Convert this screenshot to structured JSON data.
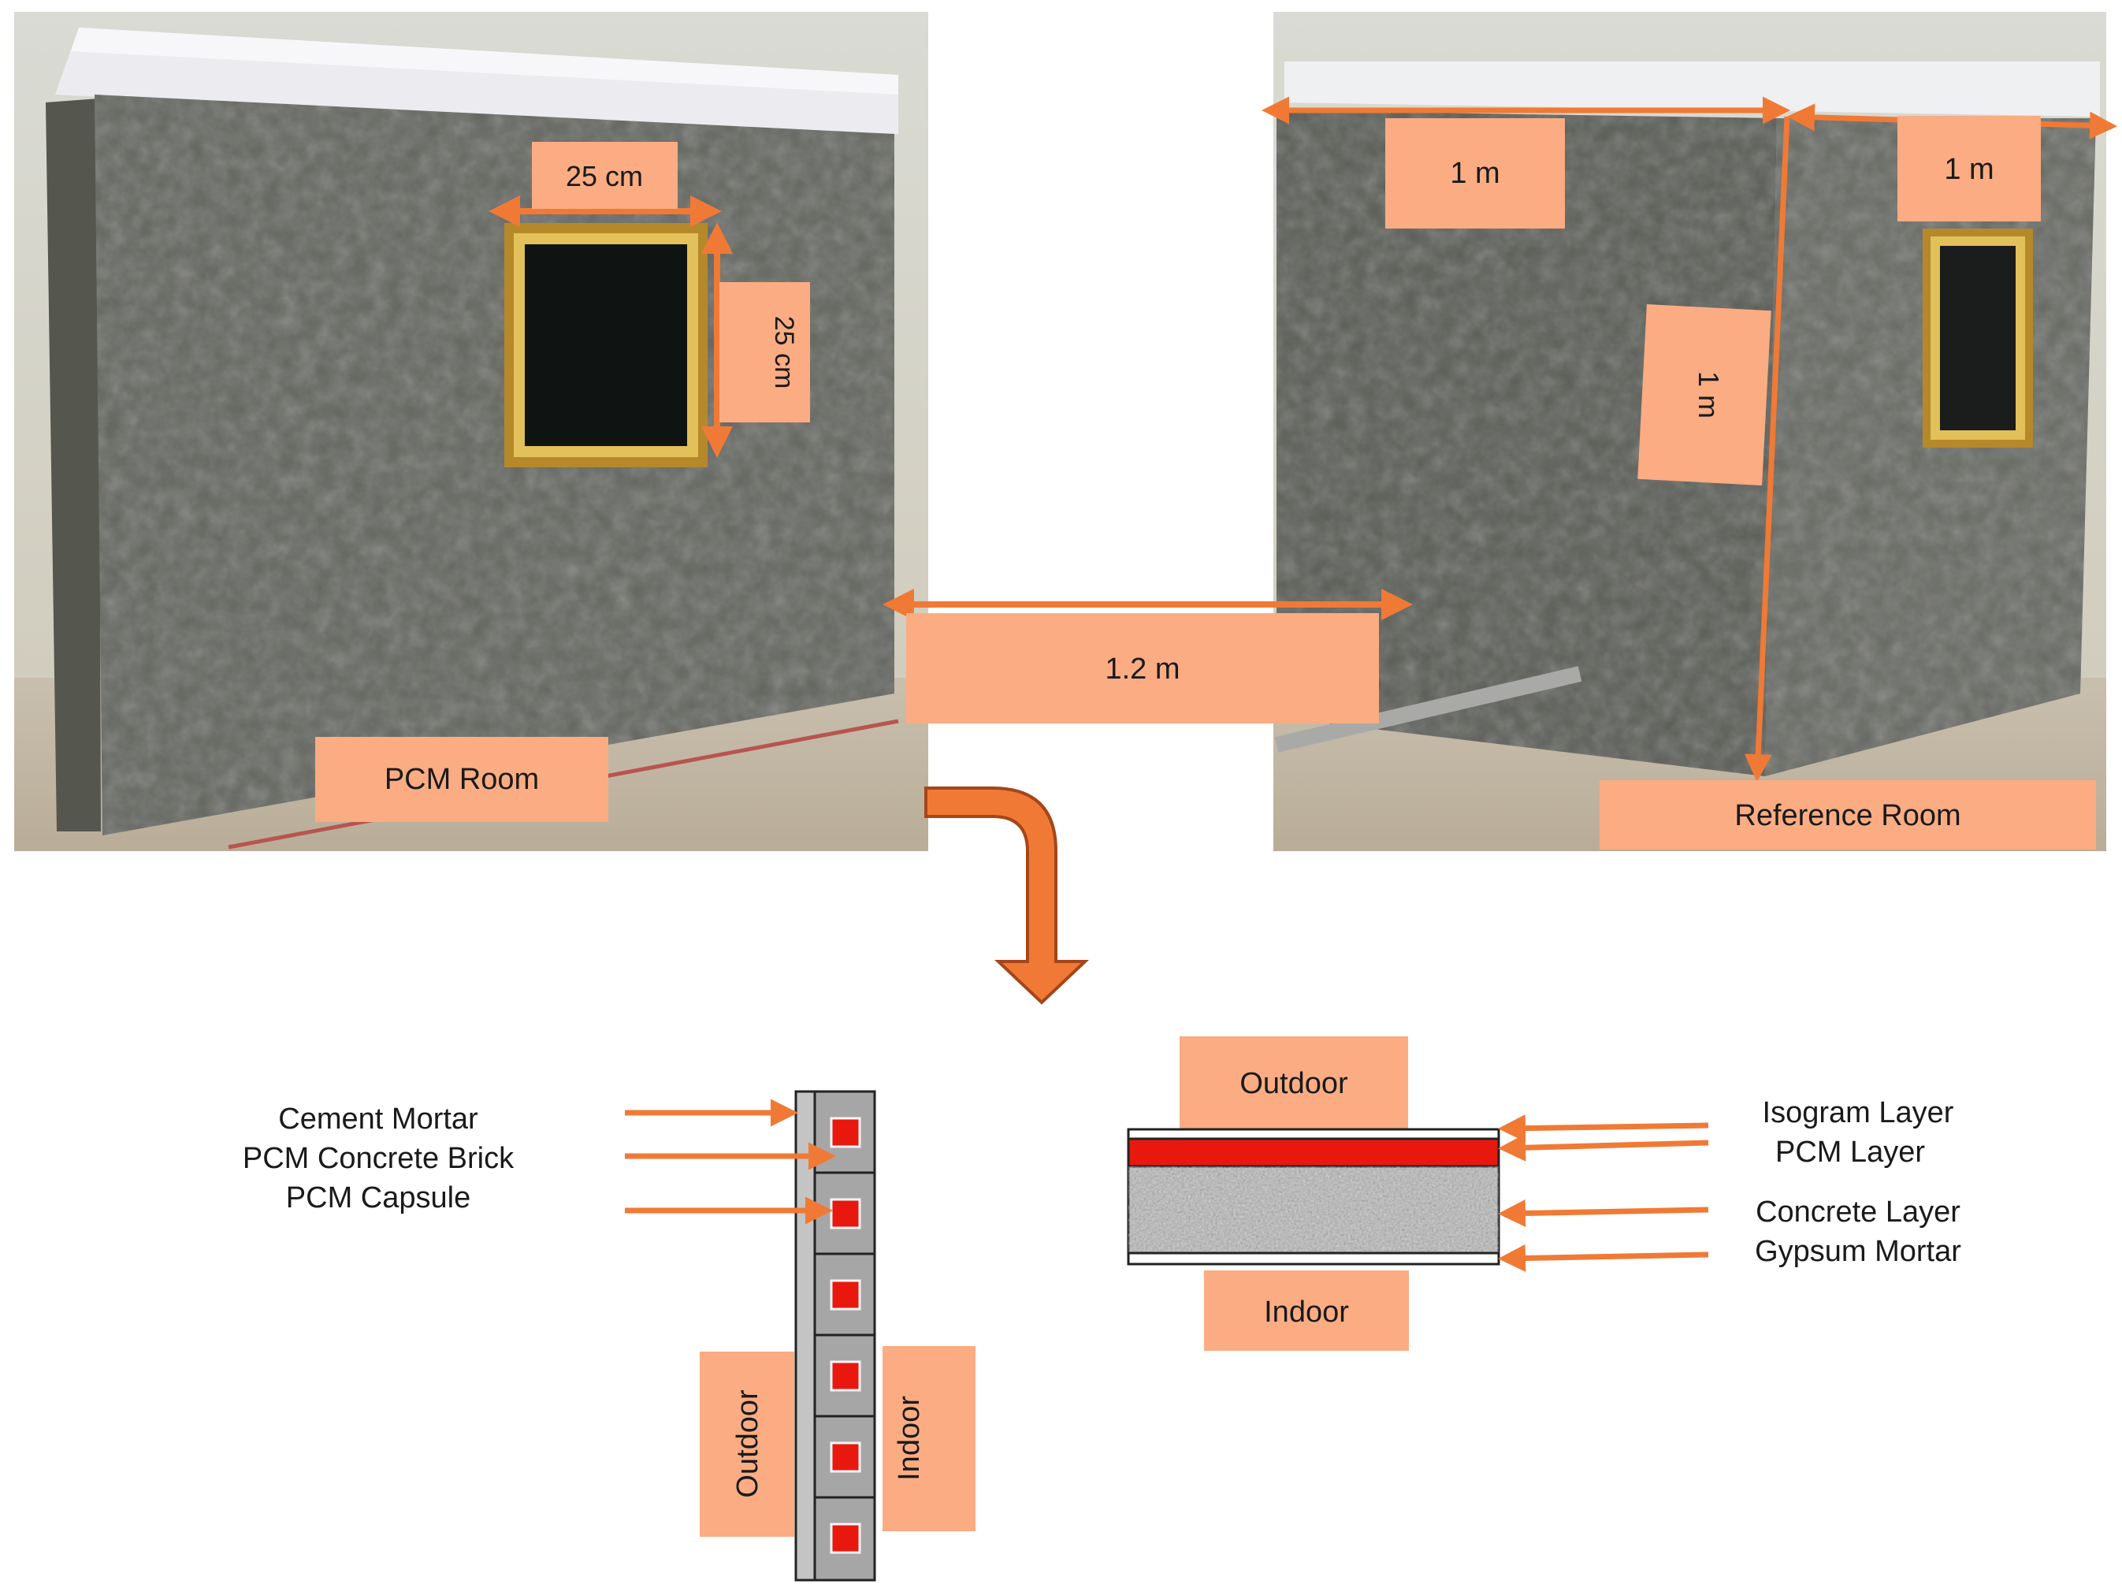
{
  "left_photo": {
    "label": "PCM Room",
    "width_dim": "25 cm",
    "height_dim": "25 cm"
  },
  "right_photo": {
    "label": "Reference Room",
    "dim_top_left": "1 m",
    "dim_top_right": "1 m",
    "dim_height": "1 m"
  },
  "gap_dim": "1.2 m",
  "brick_wall": {
    "callouts": [
      "Cement Mortar",
      "PCM Concrete Brick",
      "PCM Capsule"
    ],
    "side_outdoor": "Outdoor",
    "side_indoor": "Indoor"
  },
  "layered_wall": {
    "top": "Outdoor",
    "bottom": "Indoor",
    "callouts": [
      "Isogram Layer",
      "PCM Layer",
      "Concrete Layer",
      "Gypsum Mortar"
    ]
  },
  "colors": {
    "orange": "#f07a35",
    "label_bg": "#fbac82",
    "pcm_red": "#e8180f",
    "concrete": "#5b5d59",
    "brick_gray": "#a6a6a6"
  }
}
